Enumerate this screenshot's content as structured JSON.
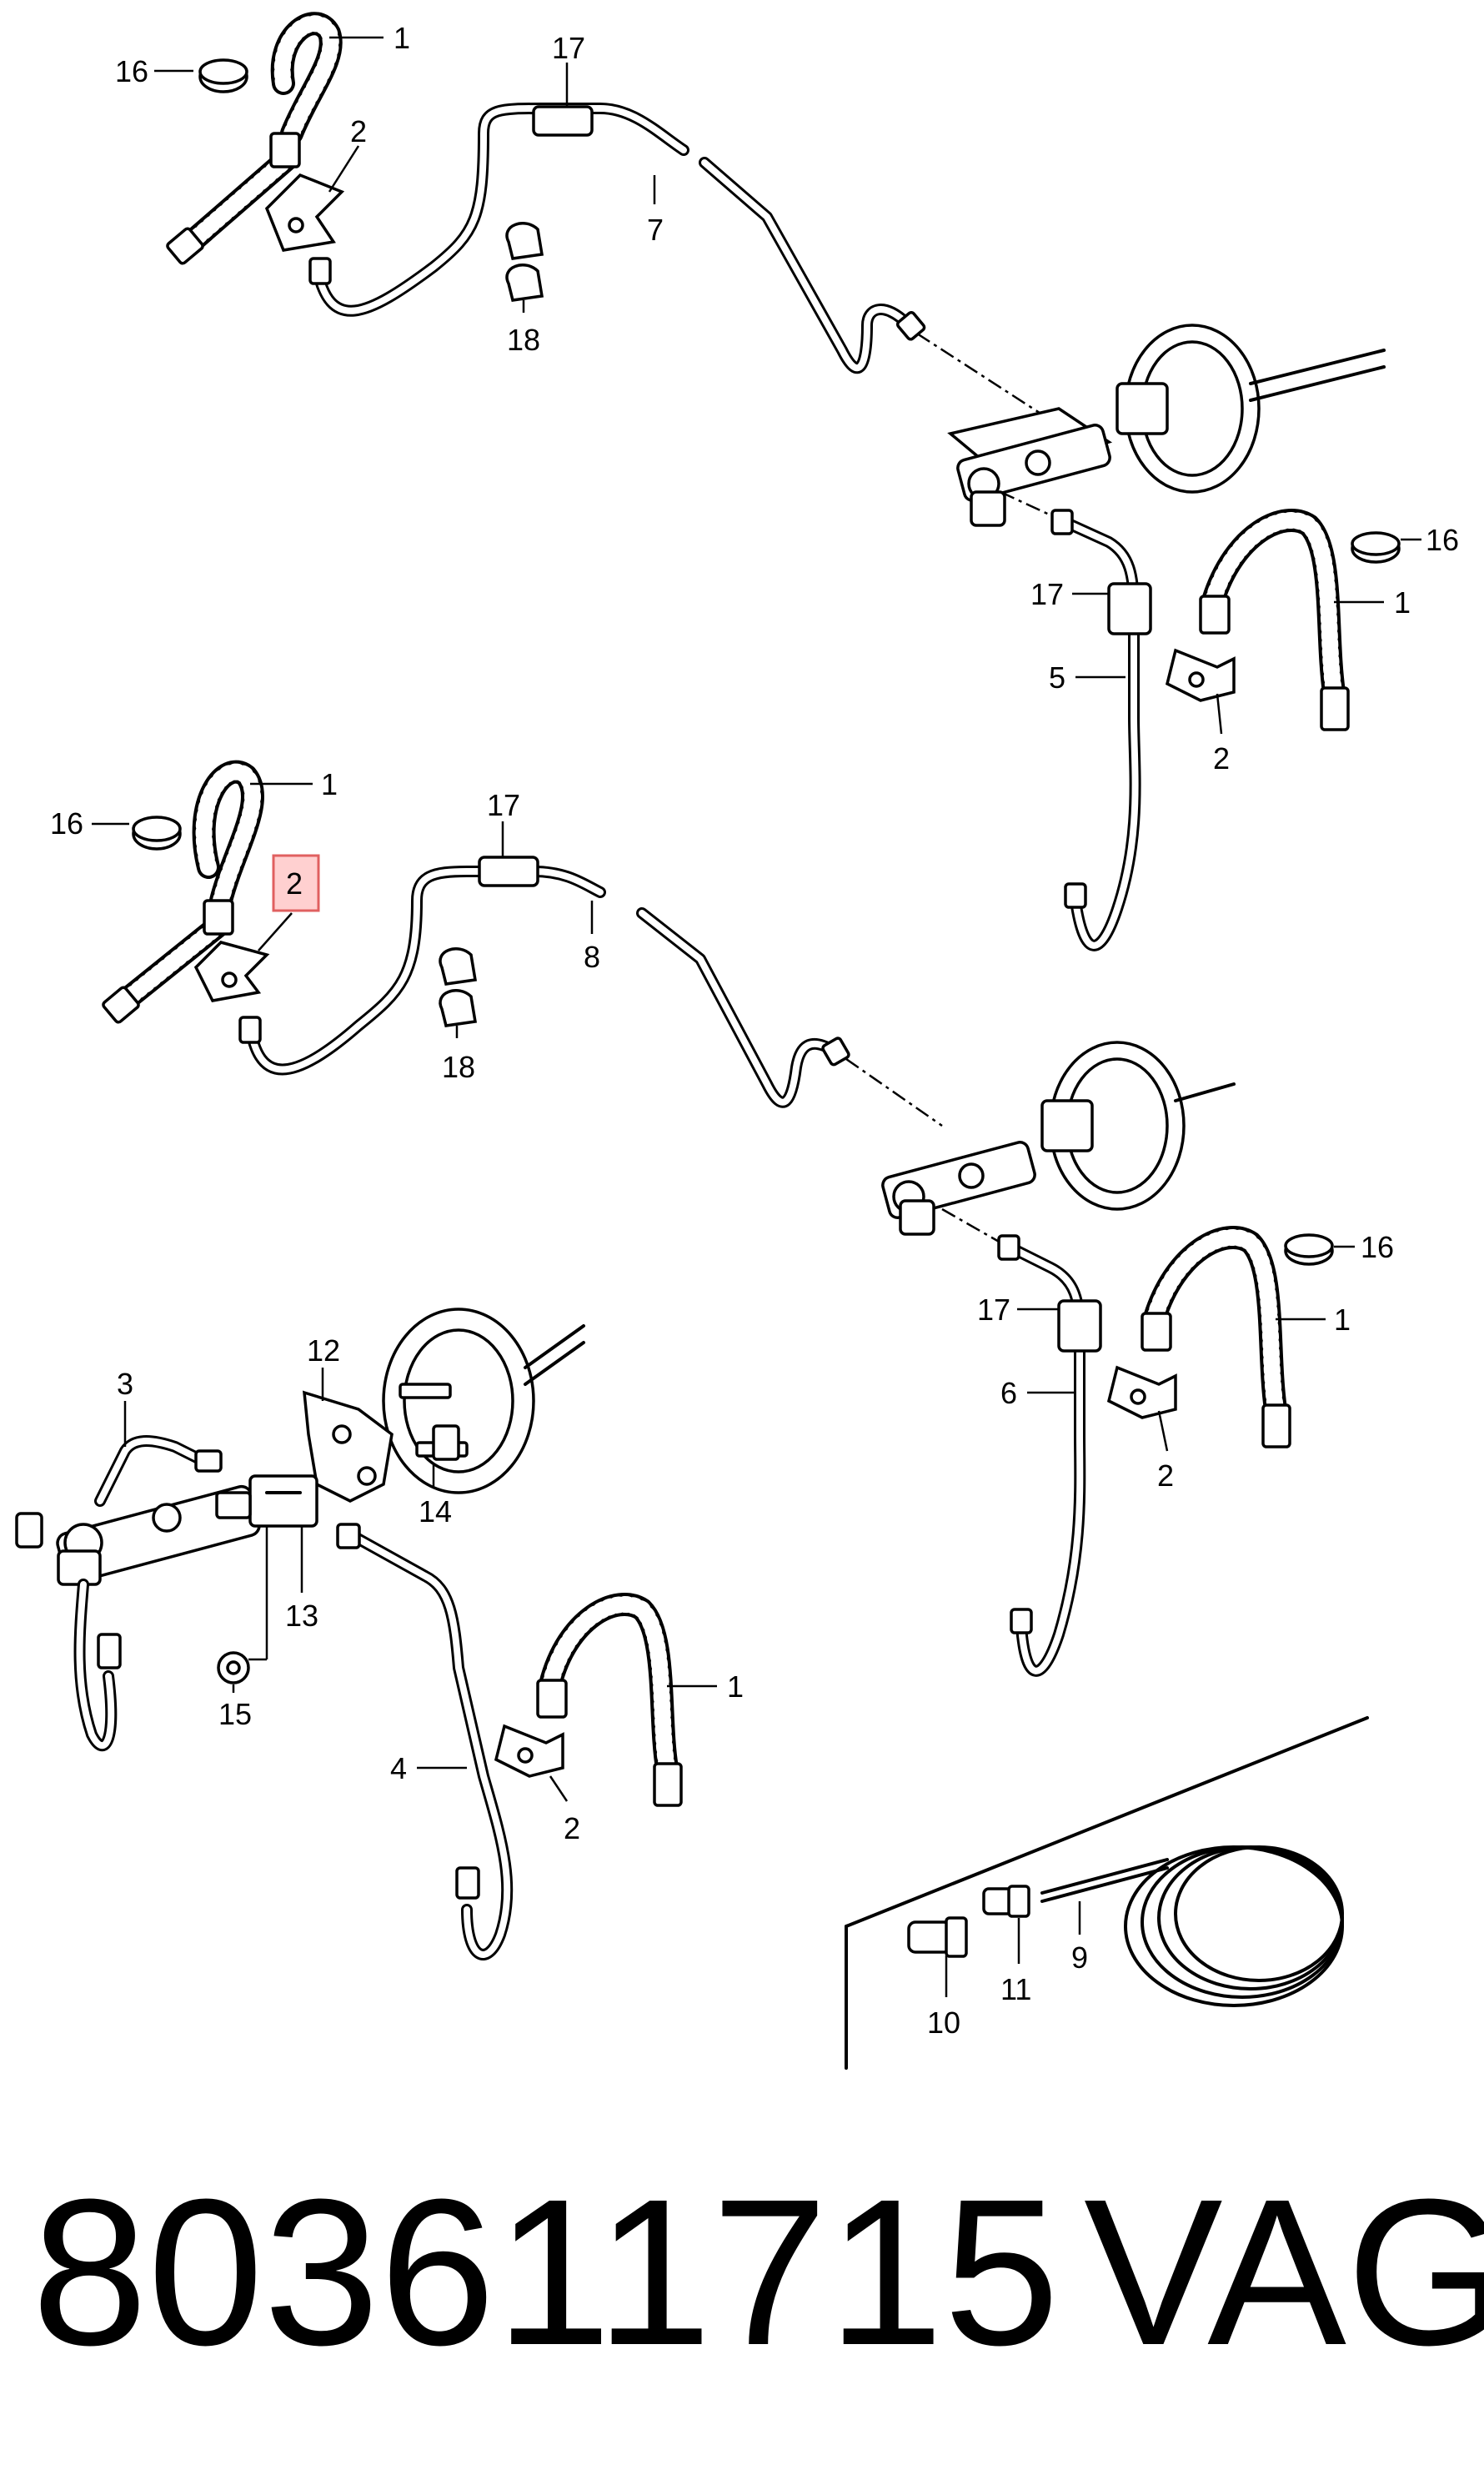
{
  "part_number": "803611715",
  "brand": "VAG",
  "labels": {
    "l1a": "1",
    "l1b": "1",
    "l1c": "1",
    "l1d": "1",
    "l1e": "1",
    "l2a": "2",
    "l2b": "2",
    "l2c": "2",
    "l2d": "2",
    "l2e": "2",
    "l3": "3",
    "l4": "4",
    "l5": "5",
    "l6": "6",
    "l7": "7",
    "l8": "8",
    "l9": "9",
    "l10": "10",
    "l11": "11",
    "l12": "12",
    "l13": "13",
    "l14": "14",
    "l15": "15",
    "l16a": "16",
    "l16b": "16",
    "l16c": "16",
    "l16d": "16",
    "l17a": "17",
    "l17b": "17",
    "l17c": "17",
    "l17d": "17",
    "l18a": "18",
    "l18b": "18"
  },
  "highlighted_callout": "2",
  "colors": {
    "highlight_fill": "#ffc8c8",
    "highlight_stroke": "#e06060"
  }
}
